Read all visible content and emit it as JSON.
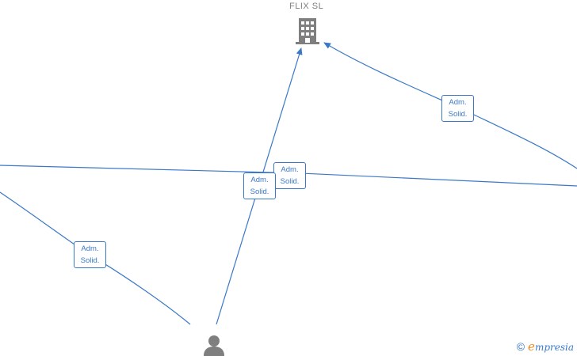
{
  "diagram": {
    "company": {
      "name": "FLIX SL",
      "icon": "building-icon"
    },
    "person": {
      "icon": "person-icon"
    },
    "edge_labels": [
      {
        "line1": "Adm.",
        "line2": "Solid."
      },
      {
        "line1": "Adm.",
        "line2": "Solid."
      },
      {
        "line1": "Adm.",
        "line2": "Solid."
      },
      {
        "line1": "Adm.",
        "line2": "Solid."
      }
    ],
    "colors": {
      "edge": "#3a78c8",
      "icon": "#7f7f7f",
      "brand_accent": "#f08a1c"
    }
  },
  "watermark": {
    "copyright_symbol": "©",
    "brand_first_letter": "e",
    "brand_rest": "mpresia"
  }
}
